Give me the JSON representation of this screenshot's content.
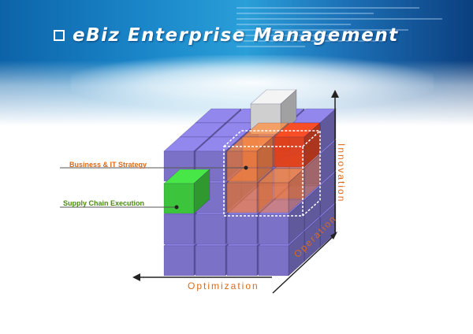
{
  "title": "eBiz Enterprise Management",
  "title_bullet_icon": "checkbox-square-icon",
  "labels": {
    "business_it_strategy": "Business & IT Strategy",
    "supply_chain_execution": "Supply Chain Execution"
  },
  "axes": {
    "optimization": "Optimization",
    "operation": "Operation",
    "innovation": "Innovation"
  },
  "colors": {
    "cube": "#7b72c8",
    "cube_highlight_red": "#e0401a",
    "cube_highlight_orange": "#f07a3a",
    "cube_green": "#3cc43c",
    "cube_gray": "#cfcfcf",
    "label_orange": "#d96a1a",
    "label_green": "#4a8a10"
  }
}
